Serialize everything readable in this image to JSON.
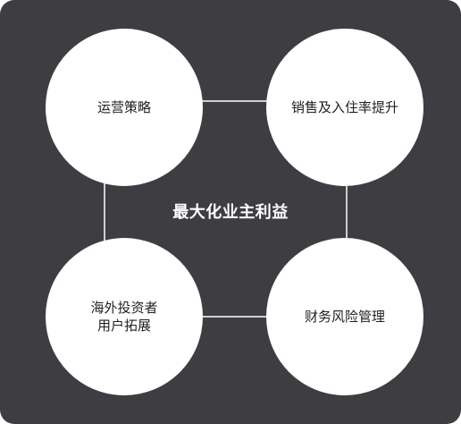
{
  "center_label": "最大化业主利益",
  "nodes": {
    "top_left": "运营策略",
    "top_right": "销售及入住率提升",
    "bottom_left": "海外投资者\n用户拓展",
    "bottom_right": "财务风险管理"
  },
  "colors": {
    "background": "#3e3e42",
    "circle": "#ffffff",
    "connector": "#ffffff",
    "circle_text": "#1f1f1f",
    "center_text": "#ffffff"
  }
}
